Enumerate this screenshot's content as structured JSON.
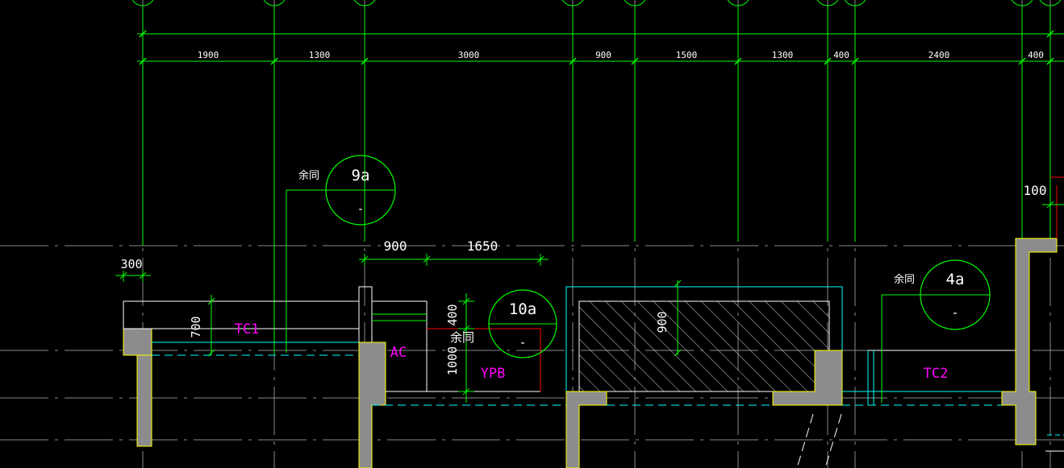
{
  "colors": {
    "background": "#000000",
    "dimension": "#00ff00",
    "axis": "#c8c8c8",
    "wall_fill": "#8c8c8c",
    "wall_edge": "#ffff00",
    "window_label": "#ff00ff",
    "cyan": "#00ffff",
    "red": "#ff0000",
    "white": "#ffffff"
  },
  "top_dimensions": [
    "1900",
    "1300",
    "3000",
    "900",
    "1500",
    "1300",
    "400",
    "2400",
    "400"
  ],
  "local_dimensions": {
    "d300": "300",
    "d900": "900",
    "d1650": "1650",
    "d700": "700",
    "d400": "400",
    "d1000": "1000",
    "d900v": "900",
    "d100": "100"
  },
  "callouts": {
    "c1": {
      "note": "余同",
      "number": "9a",
      "sheet": "-"
    },
    "c2": {
      "note": "余同",
      "number": "10a",
      "sheet": "-"
    },
    "c3": {
      "note": "余同",
      "number": "4a",
      "sheet": "-"
    }
  },
  "window_labels": {
    "tc1": "TC1",
    "ac": "AC",
    "ypb": "YPB",
    "tc2": "TC2"
  }
}
